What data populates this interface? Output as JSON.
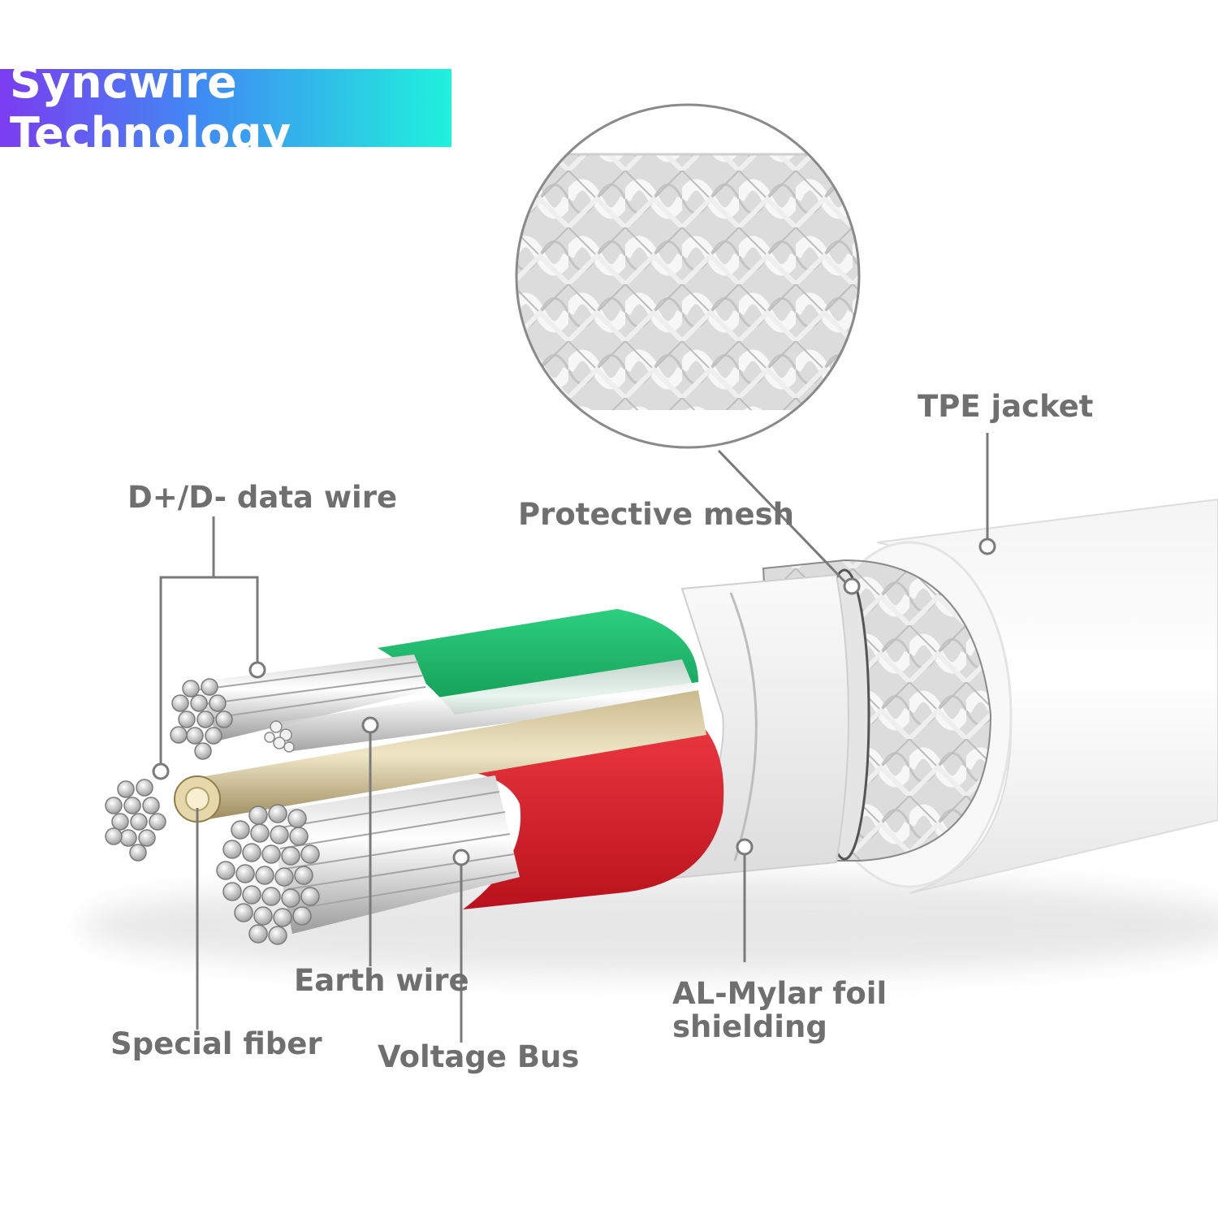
{
  "header": {
    "title": "Syncwire Technology"
  },
  "labels": {
    "tpe_jacket": "TPE jacket",
    "protective_mesh": "Protective mesh",
    "data_wire": "D+/D- data wire",
    "earth_wire": "Earth wire",
    "special_fiber": "Special fiber",
    "voltage_bus": "Voltage Bus",
    "foil_line1": "AL-Mylar foil",
    "foil_line2": "shielding"
  },
  "colors": {
    "banner_start": "#7b3cf0",
    "banner_end": "#1ff2dc",
    "label_text": "#6f6f6f",
    "green_insulation": "#1fbe6e",
    "red_insulation": "#d8202b"
  }
}
